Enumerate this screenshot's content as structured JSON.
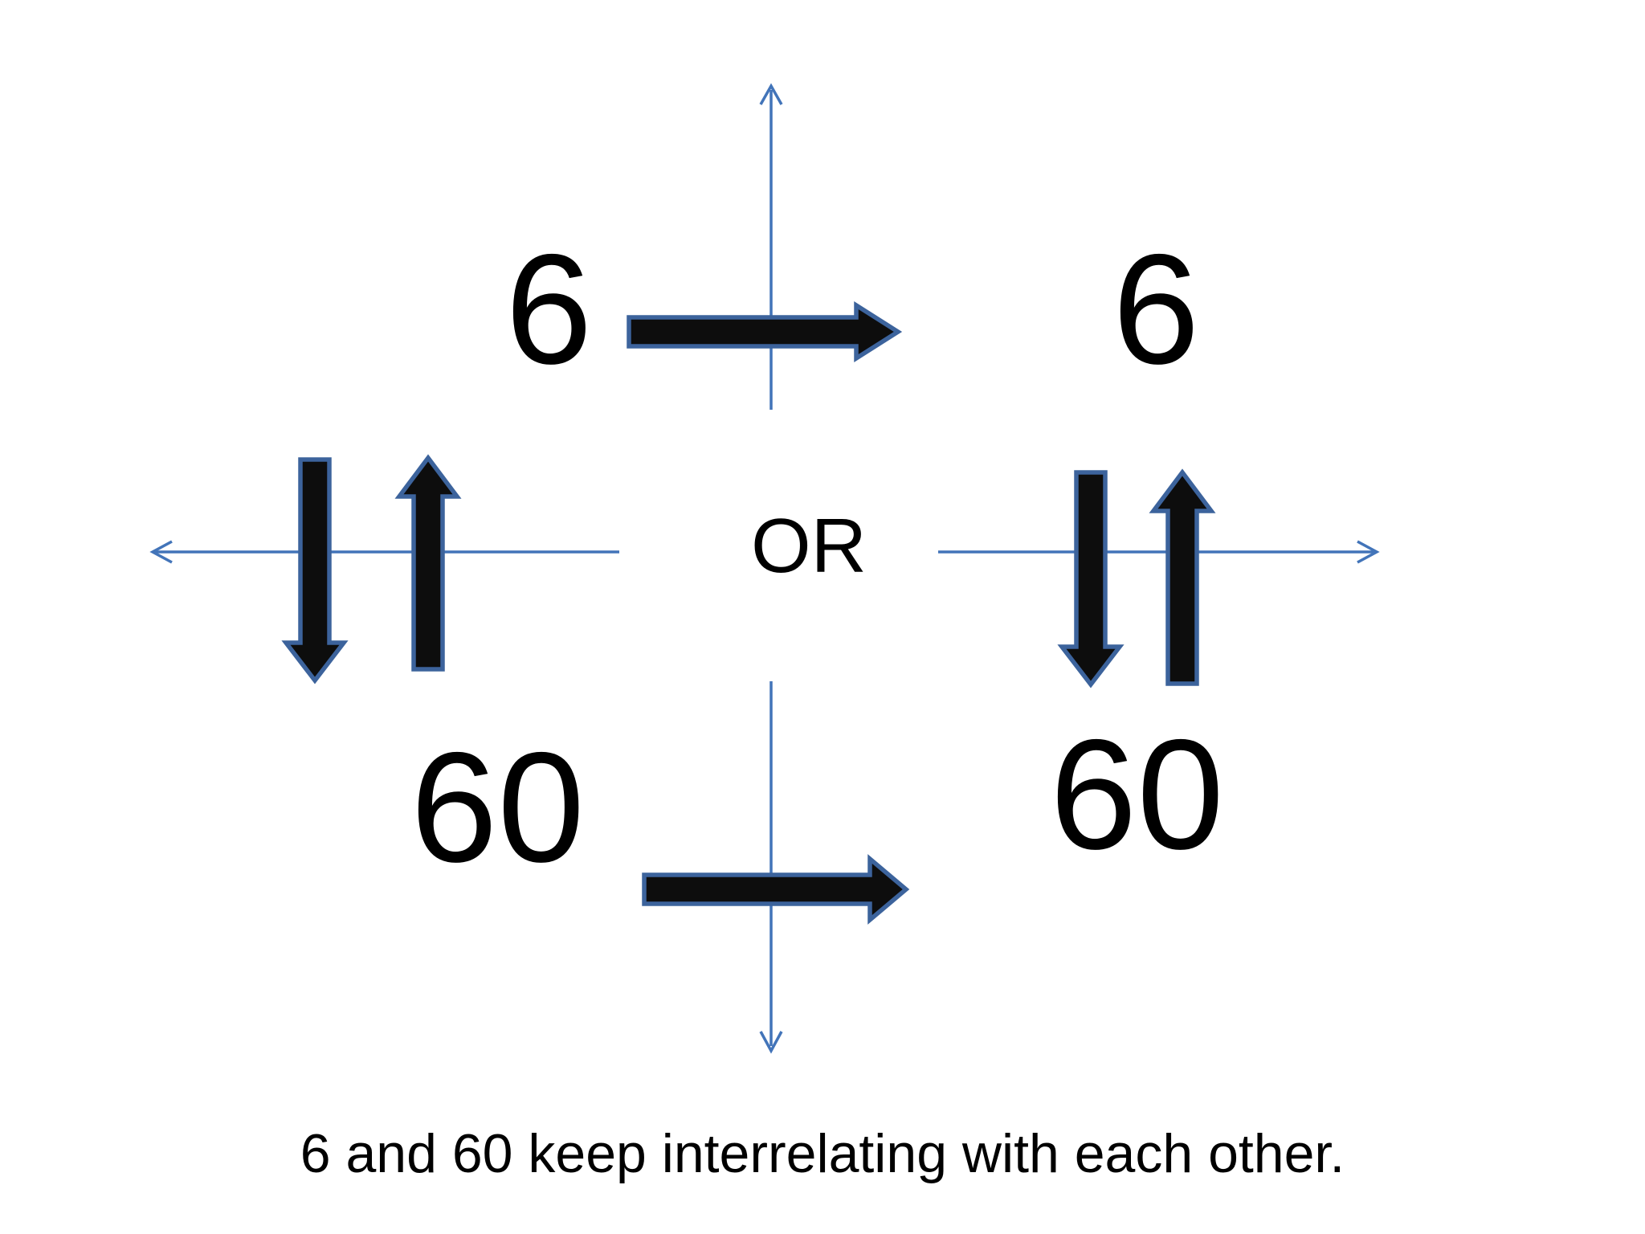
{
  "slide": {
    "top_left_number": "6",
    "top_right_number": "6",
    "bottom_left_number": "60",
    "bottom_right_number": "60",
    "or_label": "OR",
    "caption": "6 and 60 keep interrelating with each other."
  },
  "icons": {
    "thin_axes": [
      "up-axis-arrow-top",
      "left-axis-arrow-left-group",
      "right-axis-arrow-right-group",
      "down-axis-arrow-bottom"
    ],
    "thick_arrows": [
      "thick-right-arrow-top",
      "thick-down-arrow-left-group",
      "thick-up-arrow-left-group",
      "thick-down-arrow-right-group",
      "thick-up-arrow-right-group",
      "thick-right-arrow-bottom"
    ]
  },
  "colors": {
    "background": "#ffffff",
    "text": "#000000",
    "thin_line_blue": "#4274b9",
    "thick_arrow_outline": "#3c639c",
    "thick_arrow_fill": "#0d0d0d"
  }
}
